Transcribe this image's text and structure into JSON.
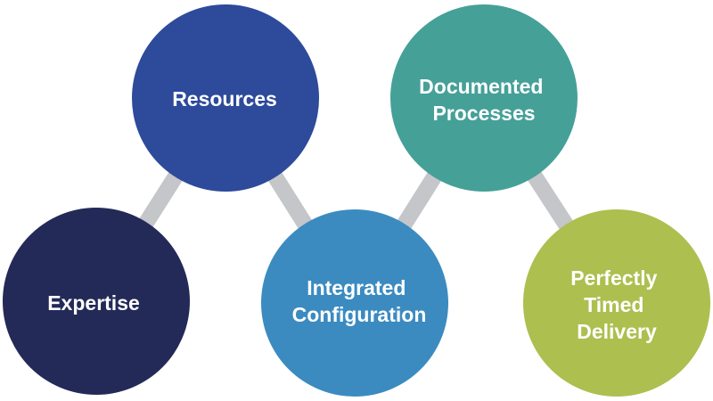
{
  "colors": {
    "connector": "#c4c6c9",
    "expertise": "#232a58",
    "resources": "#2d4a9b",
    "integrated": "#3b8bc0",
    "documented": "#45a098",
    "delivery": "#adbf4f",
    "label": "#ffffff"
  },
  "nodes": {
    "expertise": {
      "lines": [
        "Expertise"
      ]
    },
    "resources": {
      "lines": [
        "Resources"
      ]
    },
    "integrated": {
      "lines": [
        "Integrated",
        "Configuration"
      ]
    },
    "documented": {
      "lines": [
        "Documented",
        "Processes"
      ]
    },
    "delivery": {
      "lines": [
        "Perfectly",
        "Timed",
        "Delivery"
      ]
    }
  }
}
